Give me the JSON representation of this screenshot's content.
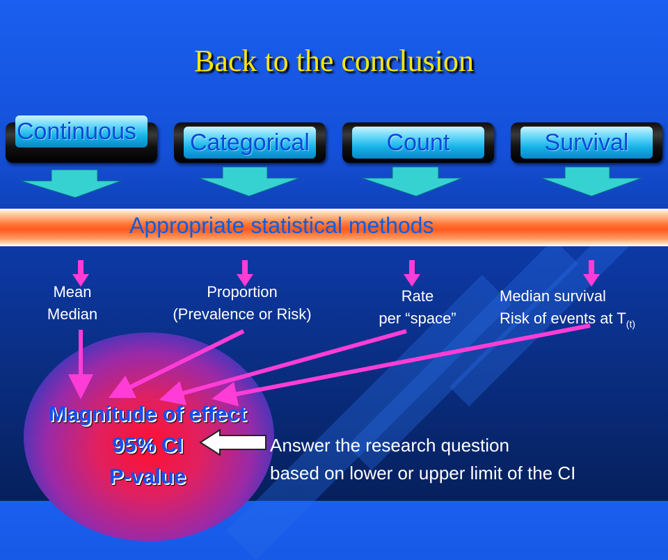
{
  "title": "Back to the conclusion",
  "data_types": [
    "Continuous",
    "Categorical",
    "Count",
    "Survival"
  ],
  "methods_band": "Appropriate statistical methods",
  "measures": {
    "continuous": [
      "Mean",
      "Median"
    ],
    "categorical": [
      "Proportion",
      "(Prevalence or Risk)"
    ],
    "count": [
      "Rate",
      "per “space”"
    ],
    "survival_line1": "Median survival",
    "survival_line2_text": "Risk of events at T",
    "survival_line2_sub": "(t)"
  },
  "outcome": {
    "line1": "Magnitude of effect",
    "line2": "95% CI",
    "line3": "P-value"
  },
  "answer": {
    "line1": "Answer the research question",
    "line2": "based on lower or upper limit of the CI"
  },
  "colors": {
    "title": "#ffe600",
    "arrows": "#ff3dd6",
    "pill_text": "#0a4bd8",
    "band_text": "#0a5de0"
  }
}
